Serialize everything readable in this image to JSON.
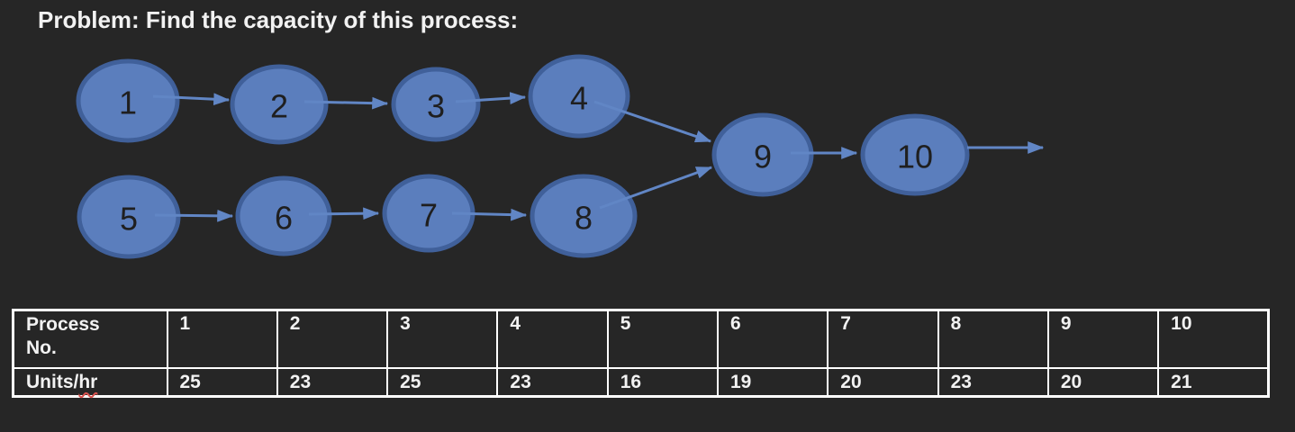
{
  "title": "Problem: Find the capacity of this process:",
  "diagram": {
    "nodes": [
      {
        "id": "1",
        "label": "1"
      },
      {
        "id": "2",
        "label": "2"
      },
      {
        "id": "3",
        "label": "3"
      },
      {
        "id": "4",
        "label": "4"
      },
      {
        "id": "5",
        "label": "5"
      },
      {
        "id": "6",
        "label": "6"
      },
      {
        "id": "7",
        "label": "7"
      },
      {
        "id": "8",
        "label": "8"
      },
      {
        "id": "9",
        "label": "9"
      },
      {
        "id": "10",
        "label": "10"
      }
    ],
    "edges": [
      "1->2",
      "2->3",
      "3->4",
      "5->6",
      "6->7",
      "7->8",
      "4->9",
      "8->9",
      "9->10",
      "10->output"
    ],
    "node_fill_color": "#5b7ebd",
    "node_border_color": "#40609a",
    "arrow_color": "#6186c5",
    "node_text_color": "#1f1f1f"
  },
  "table": {
    "header_label_line1": "Process",
    "header_label_line2": "No.",
    "units_label_prefix": "Units/",
    "units_label_misspelled": "hr",
    "process_numbers": [
      "1",
      "2",
      "3",
      "4",
      "5",
      "6",
      "7",
      "8",
      "9",
      "10"
    ],
    "units_per_hr": [
      "25",
      "23",
      "25",
      "23",
      "16",
      "19",
      "20",
      "23",
      "20",
      "21"
    ]
  },
  "colors": {
    "background": "#262626",
    "title_text": "#f2f2f2",
    "table_border": "#ffffff",
    "table_text": "#f2f2f2",
    "spellcheck_underline": "#d9534f"
  }
}
